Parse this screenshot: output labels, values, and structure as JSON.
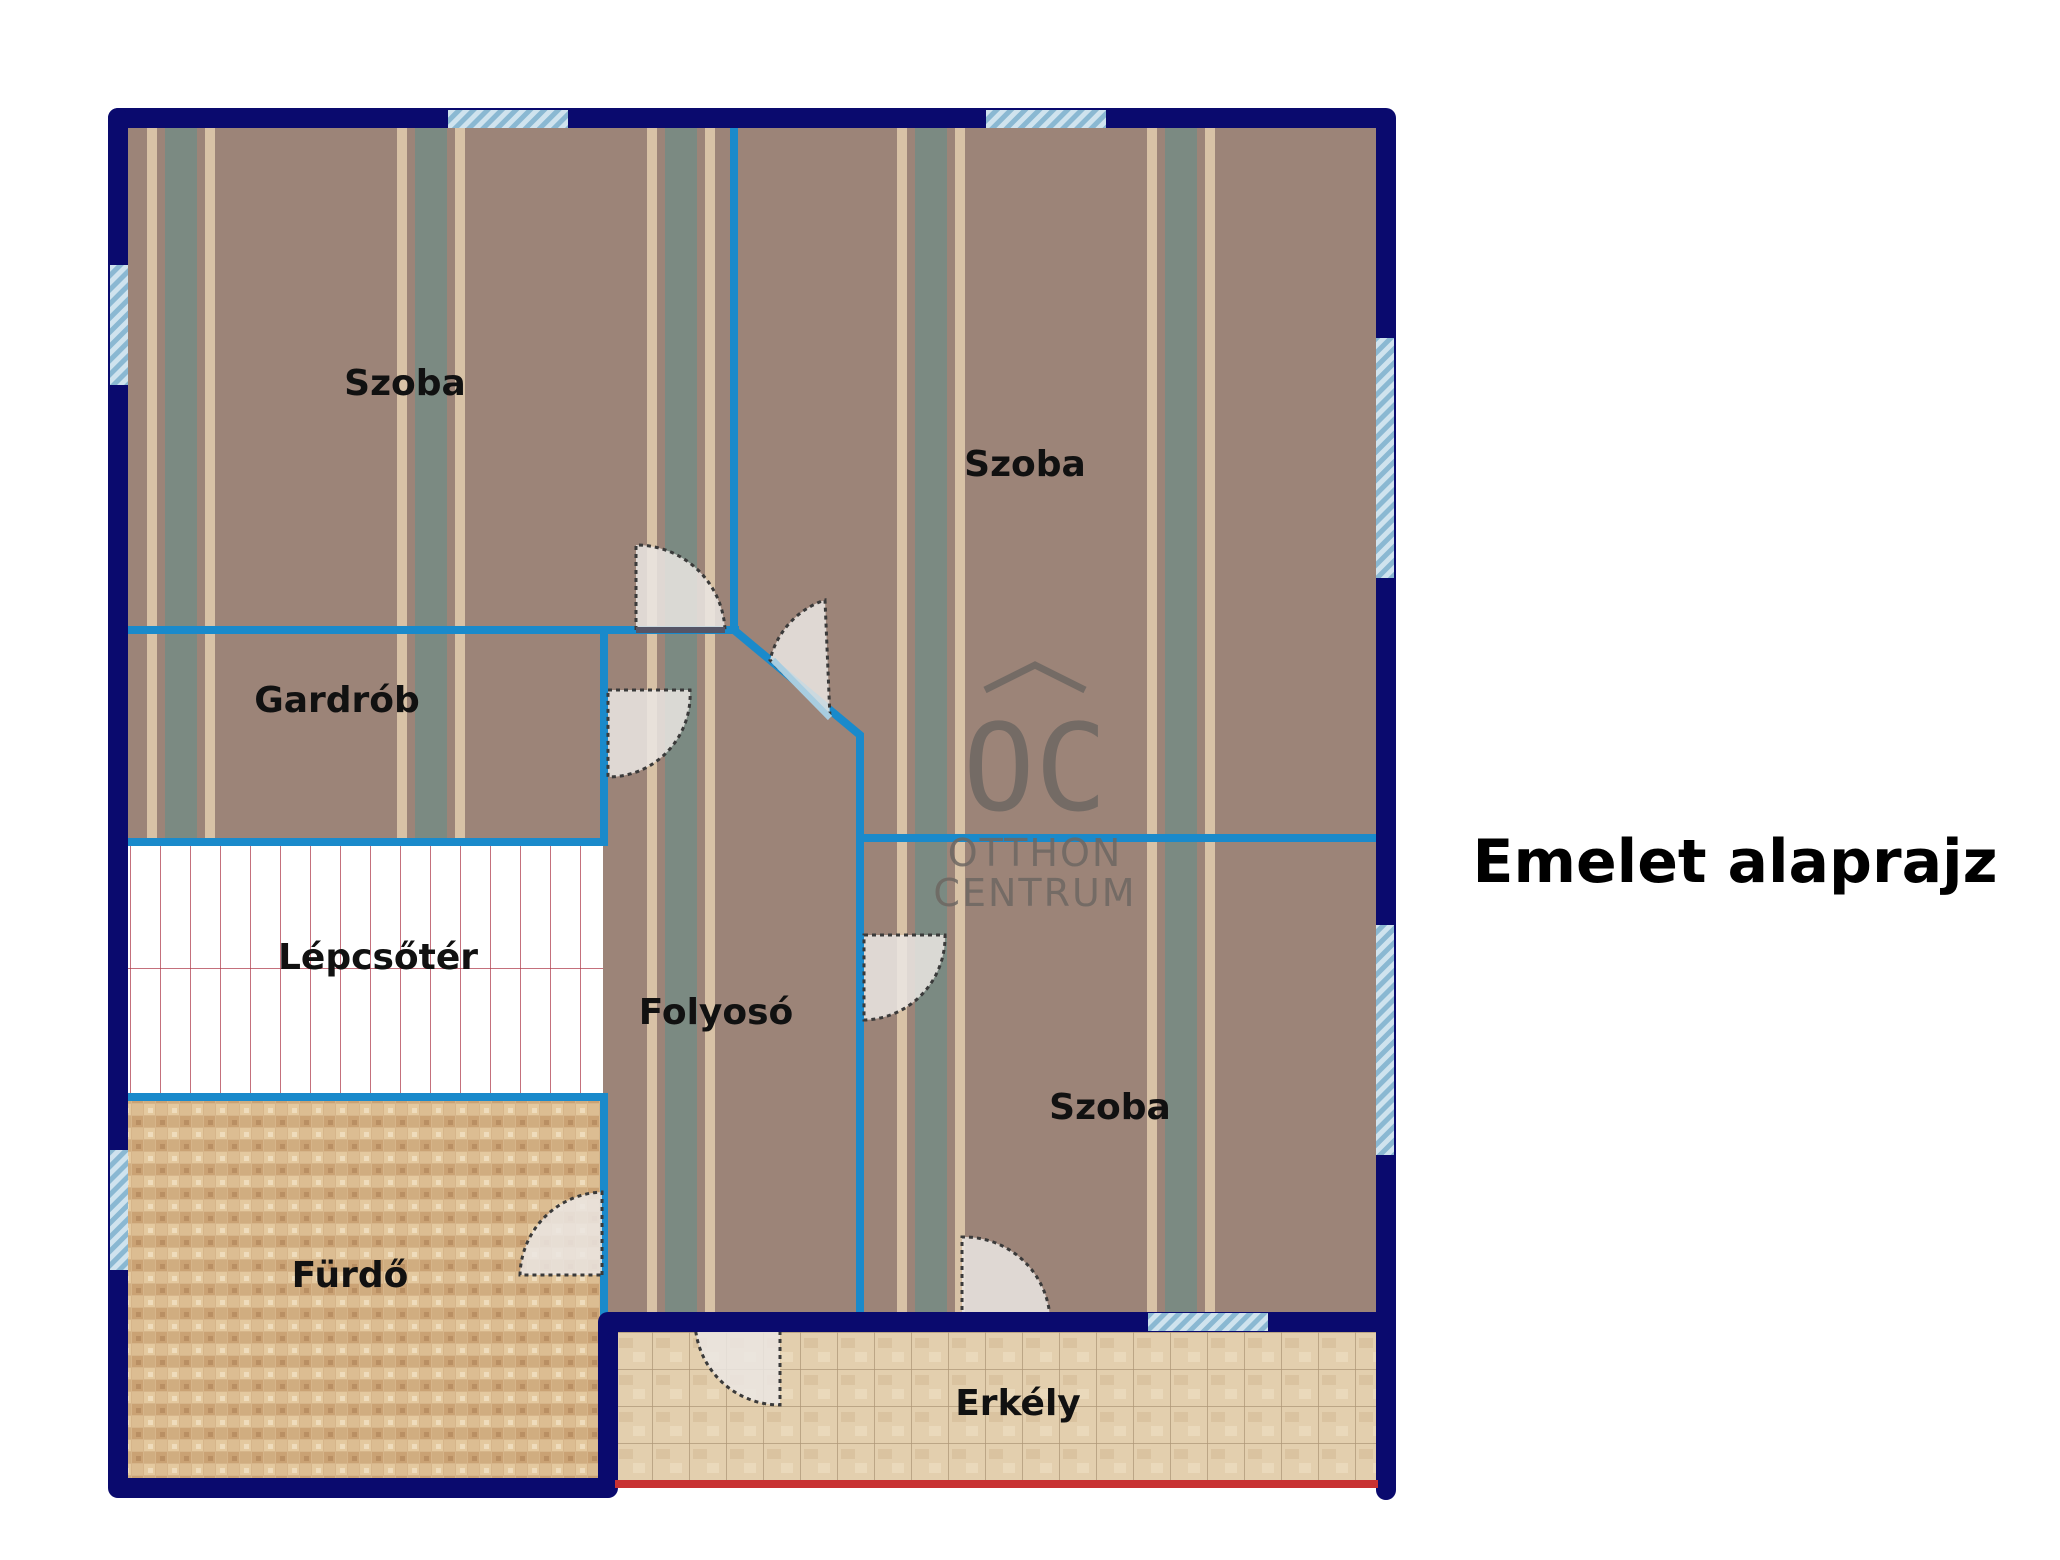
{
  "title": "Emelet alaprajz",
  "rooms": {
    "szoba_top_left": "Szoba",
    "szoba_top_right": "Szoba",
    "gardrob": "Gardrób",
    "lepcsoter": "Lépcsőtér",
    "folyoso": "Folyosó",
    "szoba_bottom_right": "Szoba",
    "furdo": "Fürdő",
    "erkely": "Erkély"
  },
  "logo": {
    "mark": "OC",
    "line1": "OTTHON",
    "line2": "CENTRUM"
  },
  "colors": {
    "outer_wall": "#0a0a6e",
    "inner_wall": "#1a8acb",
    "wood_floor": "#9c8478",
    "wood_stripe_dark": "#7b8a82",
    "wood_stripe_light": "#d8c2a6",
    "tile_floor": "#d8b88a",
    "balcony_floor": "#e2cfae",
    "window": "#a8cde0",
    "stair_line": "#b04050",
    "railing": "#c83232",
    "door_fill": "#ebe6e3",
    "logo": "#6e6762"
  }
}
